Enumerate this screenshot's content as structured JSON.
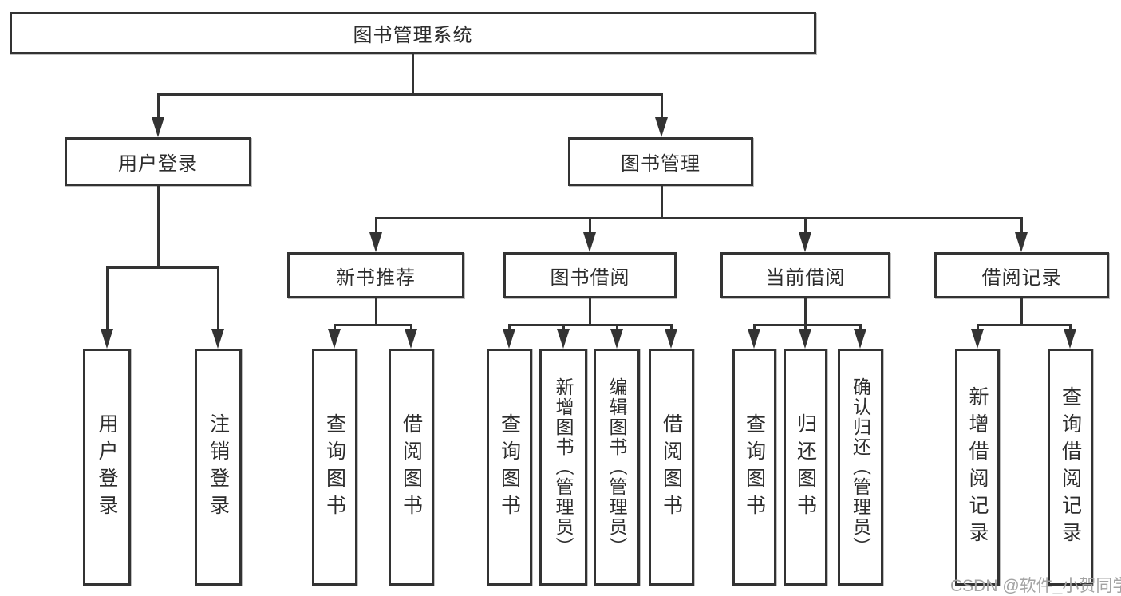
{
  "colors": {
    "line": "#333333",
    "text": "#2d2d2d",
    "background": "#ffffff",
    "watermark_color": "#a3a3a3"
  },
  "watermark": "CSDN @软件_小贺同学",
  "tree": {
    "root": {
      "label": "图书管理系统"
    },
    "children": [
      {
        "label": "用户登录",
        "children": [
          {
            "label": "用户登录"
          },
          {
            "label": "注销登录"
          }
        ]
      },
      {
        "label": "图书管理",
        "children": [
          {
            "label": "新书推荐",
            "children": [
              {
                "label": "查询图书"
              },
              {
                "label": "借阅图书"
              }
            ]
          },
          {
            "label": "图书借阅",
            "children": [
              {
                "label": "查询图书"
              },
              {
                "label": "新增图书（管理员）"
              },
              {
                "label": "编辑图书（管理员）"
              },
              {
                "label": "借阅图书"
              }
            ]
          },
          {
            "label": "当前借阅",
            "children": [
              {
                "label": "查询图书"
              },
              {
                "label": "归还图书"
              },
              {
                "label": "确认归还（管理员）"
              }
            ]
          },
          {
            "label": "借阅记录",
            "children": [
              {
                "label": "新增借阅记录"
              },
              {
                "label": "查询借阅记录"
              }
            ]
          }
        ]
      }
    ]
  }
}
